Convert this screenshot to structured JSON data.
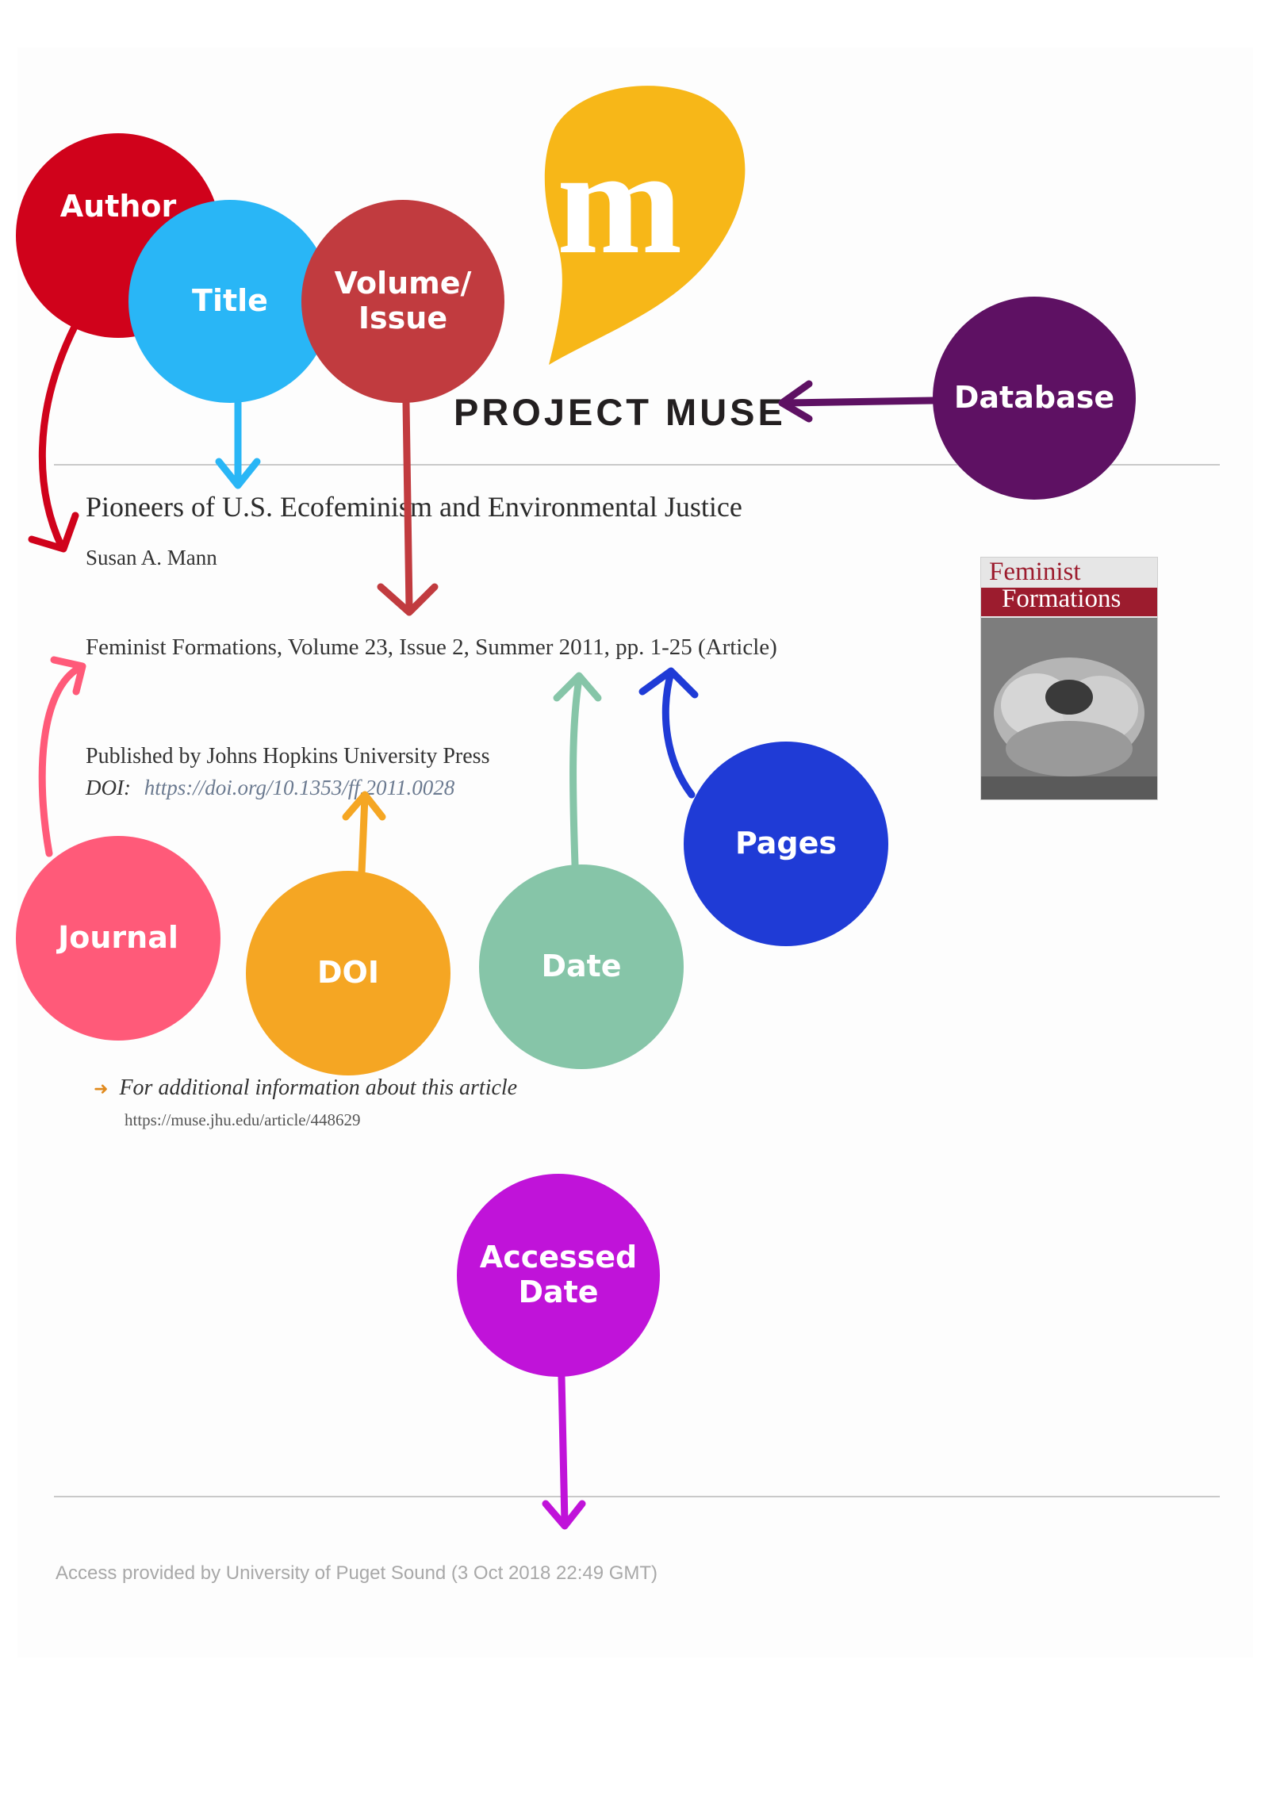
{
  "database_logo": {
    "wordmark": "PROJECT MUSE",
    "brand_color": "#f7b718"
  },
  "article": {
    "title": "Pioneers of U.S. Ecofeminism and Environmental Justice",
    "author": "Susan A. Mann",
    "journal_line": "Feminist Formations, Volume 23, Issue 2, Summer 2011, pp. 1-25 (Article)",
    "publisher_line": "Published by Johns Hopkins University Press",
    "doi_label": "DOI:",
    "doi_url": "https://doi.org/10.1353/ff.2011.0028",
    "more_info_text": "For additional information about this article",
    "more_info_url": "https://muse.jhu.edu/article/448629",
    "access_line": "Access provided by University of Puget Sound (3 Oct 2018 22:49 GMT)"
  },
  "cover": {
    "title_line1": "Feminist",
    "title_line2": "Formations",
    "accent_color": "#9c1c2e"
  },
  "callouts": {
    "author": {
      "label": "Author",
      "color": "#d0021b"
    },
    "title": {
      "label": "Title",
      "color": "#29b6f6"
    },
    "volume_issue": {
      "label": "Volume/ Issue",
      "color": "#c13b3f"
    },
    "database": {
      "label": "Database",
      "color": "#5e1163"
    },
    "journal": {
      "label": "Journal",
      "color": "#ff5a79"
    },
    "doi": {
      "label": "DOI",
      "color": "#f5a623"
    },
    "date": {
      "label": "Date",
      "color": "#86c5a8"
    },
    "pages": {
      "label": "Pages",
      "color": "#1f3bd6"
    },
    "accessed_date": {
      "label": "Accessed Date",
      "color": "#c013d9"
    }
  }
}
